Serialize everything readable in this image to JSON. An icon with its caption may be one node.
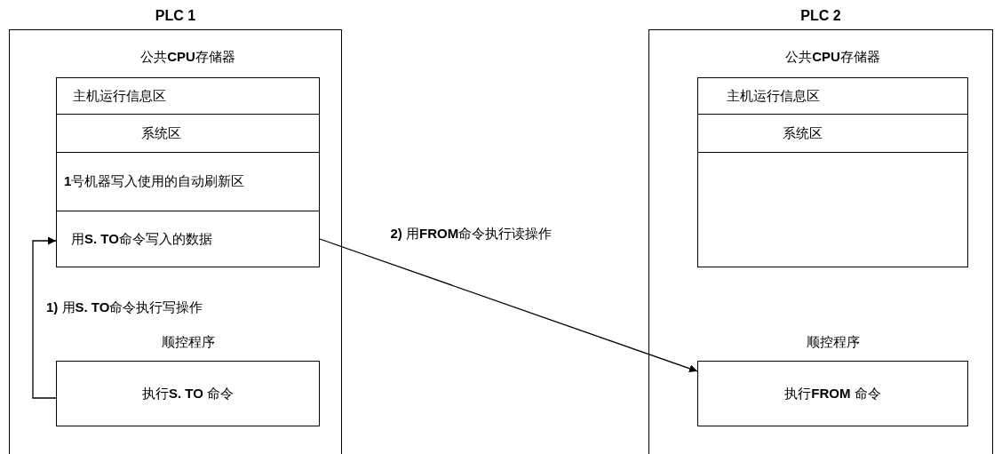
{
  "diagram": {
    "nodes": [
      {
        "text": [
          "PLC 1"
        ]
      },
      {
        "text": [
          "公共**CPU**存储器"
        ],
        "in": 0
      },
      {
        "text": [
          "主机运行信息区"
        ],
        "in": 1
      },
      {
        "text": [
          "系统区"
        ],
        "in": 1
      },
      {
        "text": [
          "**1**号机器写入使用的自动刷新区"
        ],
        "in": 1
      },
      {
        "text": [
          "用**S. TO**命令写入的数据"
        ],
        "in": 1
      },
      {
        "text": [
          "顺控程序",
          "执行**S. TO** 命令"
        ],
        "in": 0
      },
      {
        "text": [
          "PLC 2"
        ]
      },
      {
        "text": [
          "公共**CPU**存储器"
        ],
        "in": 7
      },
      {
        "text": [
          "主机运行信息区"
        ],
        "in": 8
      },
      {
        "text": [
          "系统区"
        ],
        "in": 8
      },
      {
        "text": [],
        "shape": "box",
        "in": 8
      },
      {
        "text": [
          "顺控程序",
          "执行**FROM** 命令"
        ],
        "in": 7
      }
    ],
    "edges": [
      {
        "from": 6,
        "to": 5,
        "arrow": "to",
        "label": "**1)** 用**S. TO**命令执行写操作"
      },
      {
        "from": 5,
        "to": 12,
        "arrow": "to",
        "label": "**2)** 用**FROM**命令执行读操作"
      }
    ]
  }
}
